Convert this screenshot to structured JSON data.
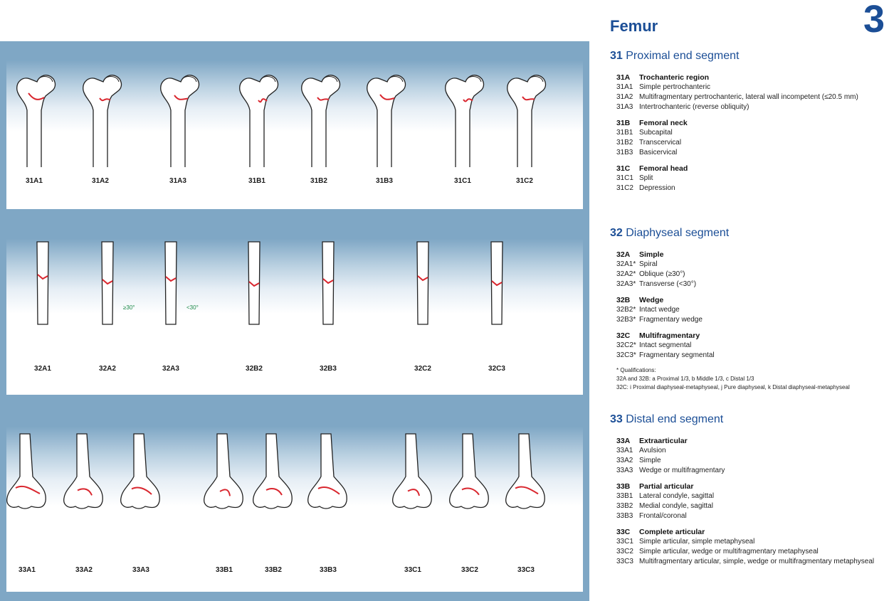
{
  "page": {
    "title": "Femur",
    "chapter_number": "3"
  },
  "panels": [
    {
      "id": "proximal",
      "figures": [
        {
          "label": "31A1",
          "kind": "proximal"
        },
        {
          "label": "31A2",
          "kind": "proximal"
        },
        {
          "label": "31A3",
          "kind": "proximal"
        },
        {
          "label": "31B1",
          "kind": "proximal"
        },
        {
          "label": "31B2",
          "kind": "proximal"
        },
        {
          "label": "31B3",
          "kind": "proximal"
        },
        {
          "label": "31C1",
          "kind": "proximal"
        },
        {
          "label": "31C2",
          "kind": "proximal"
        }
      ]
    },
    {
      "id": "diaphyseal",
      "figures": [
        {
          "label": "32A1",
          "kind": "shaft"
        },
        {
          "label": "32A2",
          "kind": "shaft",
          "angle": "≥30°"
        },
        {
          "label": "32A3",
          "kind": "shaft",
          "angle": "<30°"
        },
        {
          "label": "32B2",
          "kind": "shaft"
        },
        {
          "label": "32B3",
          "kind": "shaft"
        },
        {
          "label": "32C2",
          "kind": "shaft"
        },
        {
          "label": "32C3",
          "kind": "shaft"
        }
      ]
    },
    {
      "id": "distal",
      "figures": [
        {
          "label": "33A1",
          "kind": "distal"
        },
        {
          "label": "33A2",
          "kind": "distal"
        },
        {
          "label": "33A3",
          "kind": "distal"
        },
        {
          "label": "33B1",
          "kind": "distal"
        },
        {
          "label": "33B2",
          "kind": "distal"
        },
        {
          "label": "33B3",
          "kind": "distal"
        },
        {
          "label": "33C1",
          "kind": "distal"
        },
        {
          "label": "33C2",
          "kind": "distal"
        },
        {
          "label": "33C3",
          "kind": "distal"
        }
      ]
    }
  ],
  "sections": [
    {
      "number": "31",
      "name": "Proximal end segment",
      "groups": [
        {
          "code": "31A",
          "name": "Trochanteric region",
          "items": [
            {
              "code": "31A1",
              "text": "Simple pertrochanteric"
            },
            {
              "code": "31A2",
              "text": "Multifragmentary pertrochanteric, lateral wall incompetent (≤20.5 mm)"
            },
            {
              "code": "31A3",
              "text": "Intertrochanteric (reverse obliquity)"
            }
          ]
        },
        {
          "code": "31B",
          "name": "Femoral neck",
          "items": [
            {
              "code": "31B1",
              "text": "Subcapital"
            },
            {
              "code": "31B2",
              "text": "Transcervical"
            },
            {
              "code": "31B3",
              "text": "Basicervical"
            }
          ]
        },
        {
          "code": "31C",
          "name": "Femoral head",
          "items": [
            {
              "code": "31C1",
              "text": "Split"
            },
            {
              "code": "31C2",
              "text": "Depression"
            }
          ]
        }
      ]
    },
    {
      "number": "32",
      "name": "Diaphyseal segment",
      "groups": [
        {
          "code": "32A",
          "name": "Simple",
          "items": [
            {
              "code": "32A1*",
              "text": "Spiral"
            },
            {
              "code": "32A2*",
              "text": "Oblique (≥30°)"
            },
            {
              "code": "32A3*",
              "text": "Transverse (<30°)"
            }
          ]
        },
        {
          "code": "32B",
          "name": "Wedge",
          "items": [
            {
              "code": "32B2*",
              "text": "Intact wedge"
            },
            {
              "code": "32B3*",
              "text": "Fragmentary wedge"
            }
          ]
        },
        {
          "code": "32C",
          "name": "Multifragmentary",
          "items": [
            {
              "code": "32C2*",
              "text": "Intact segmental"
            },
            {
              "code": "32C3*",
              "text": "Fragmentary segmental"
            }
          ]
        }
      ],
      "qualifications": [
        "* Qualifications:",
        "32A and 32B: a Proximal 1/3, b Middle 1/3, c Distal 1/3",
        "32C: i Proximal diaphyseal-metaphyseal, j Pure diaphyseal, k Distal diaphyseal-metaphyseal"
      ]
    },
    {
      "number": "33",
      "name": "Distal end segment",
      "groups": [
        {
          "code": "33A",
          "name": "Extraarticular",
          "items": [
            {
              "code": "33A1",
              "text": "Avulsion"
            },
            {
              "code": "33A2",
              "text": "Simple"
            },
            {
              "code": "33A3",
              "text": "Wedge or multifragmentary"
            }
          ]
        },
        {
          "code": "33B",
          "name": "Partial articular",
          "items": [
            {
              "code": "33B1",
              "text": "Lateral condyle, sagittal"
            },
            {
              "code": "33B2",
              "text": "Medial condyle, sagittal"
            },
            {
              "code": "33B3",
              "text": "Frontal/coronal"
            }
          ]
        },
        {
          "code": "33C",
          "name": "Complete articular",
          "items": [
            {
              "code": "33C1",
              "text": "Simple articular, simple metaphyseal"
            },
            {
              "code": "33C2",
              "text": "Simple articular, wedge or multifragmentary metaphyseal"
            },
            {
              "code": "33C3",
              "text": "Multifragmentary articular, simple, wedge or multifragmentary metaphyseal"
            }
          ]
        }
      ]
    }
  ],
  "colors": {
    "accent": "#1b4e96",
    "fracture": "#d9262e",
    "panel_band": "#7fa7c5",
    "angle": "#1e8a4a"
  }
}
